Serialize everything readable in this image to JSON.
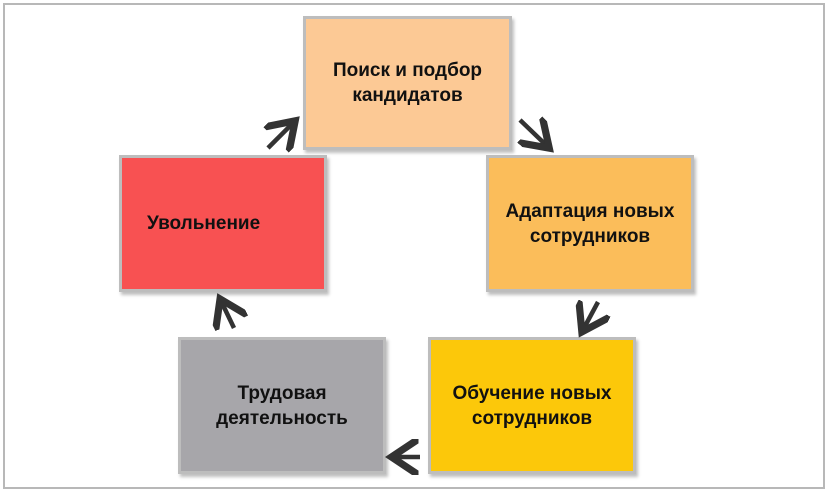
{
  "colors": {
    "search": "#fcc995",
    "adapt": "#fbbd5a",
    "train": "#fcc80a",
    "work": "#a7a6aa",
    "fire": "#f85152",
    "arrow": "#333333"
  },
  "stages": {
    "search": "Поиск и подбор кандидатов",
    "adapt": "Адаптация новых сотрудников",
    "train": "Обучение новых сотрудников",
    "work": "Трудовая деятельность",
    "fire": "Увольнение"
  },
  "icons": {
    "arrow": "arrow-icon"
  }
}
